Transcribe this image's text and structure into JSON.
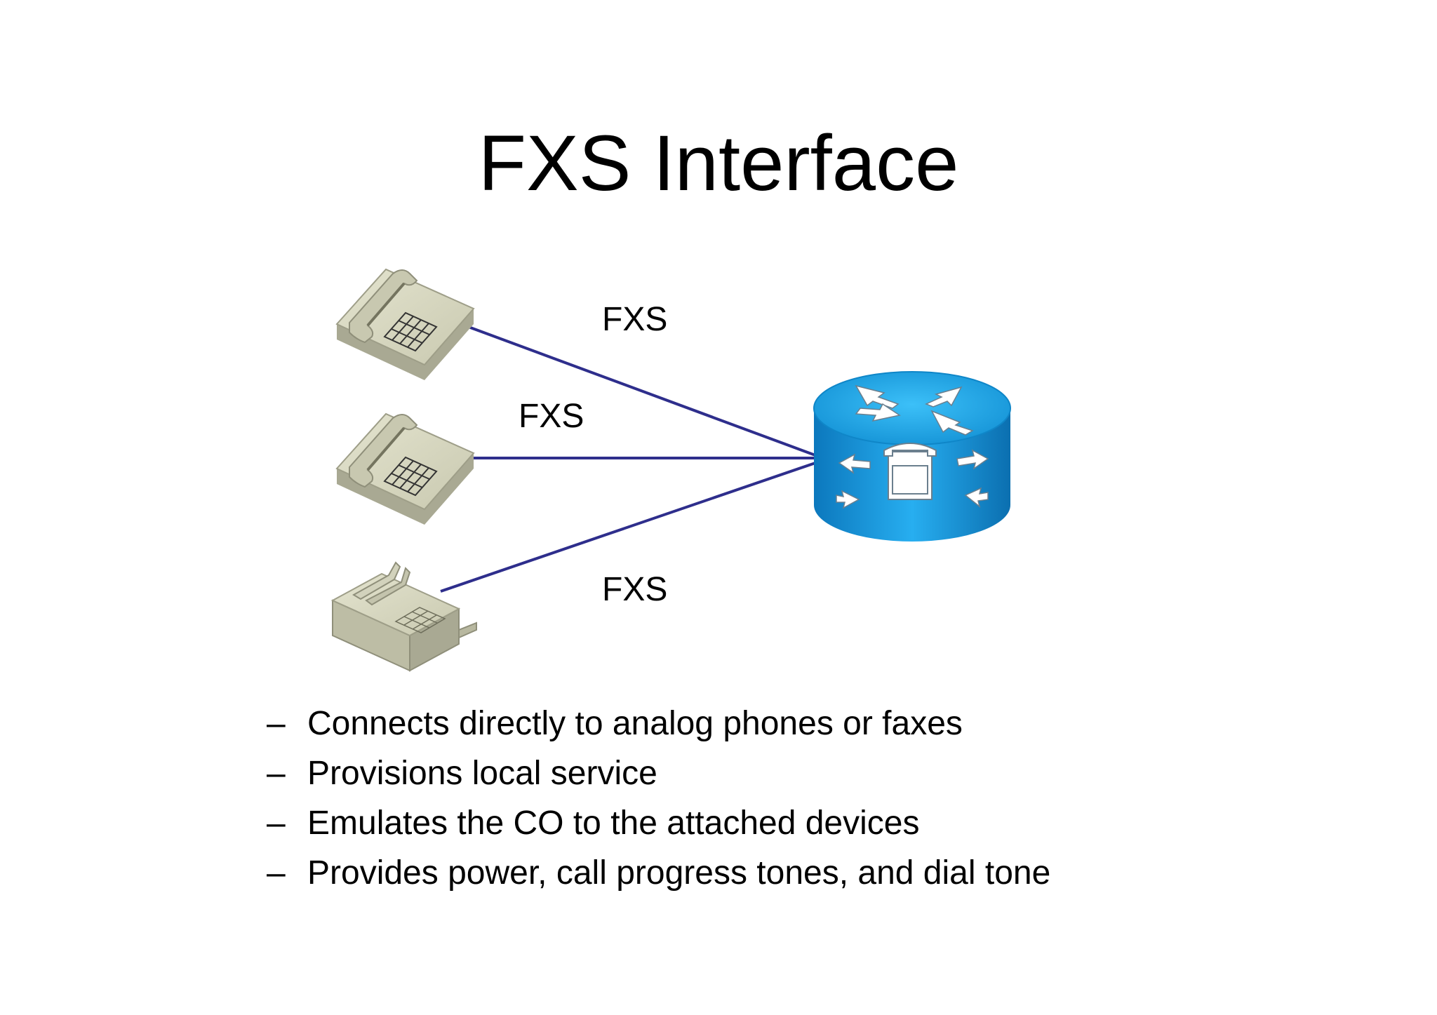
{
  "slide": {
    "title": "FXS Interface"
  },
  "diagram": {
    "link_labels": [
      "FXS",
      "FXS",
      "FXS"
    ],
    "devices": [
      {
        "type": "analog-phone",
        "icon": "telephone-icon"
      },
      {
        "type": "analog-phone",
        "icon": "telephone-icon"
      },
      {
        "type": "fax",
        "icon": "fax-machine-icon"
      }
    ],
    "hub": {
      "type": "voice-router",
      "icon": "voice-router-icon"
    },
    "colors": {
      "link": "#2e2e8c",
      "router": "#1a9fe0",
      "router_dark": "#0b6fb0",
      "device_body": "#d6d6bf",
      "device_shadow": "#a9a993"
    }
  },
  "bullets": {
    "dash": "–",
    "items": [
      "Connects directly to analog phones or faxes",
      "Provisions local service",
      "Emulates the CO to the attached devices",
      "Provides power, call progress tones, and dial tone"
    ]
  }
}
